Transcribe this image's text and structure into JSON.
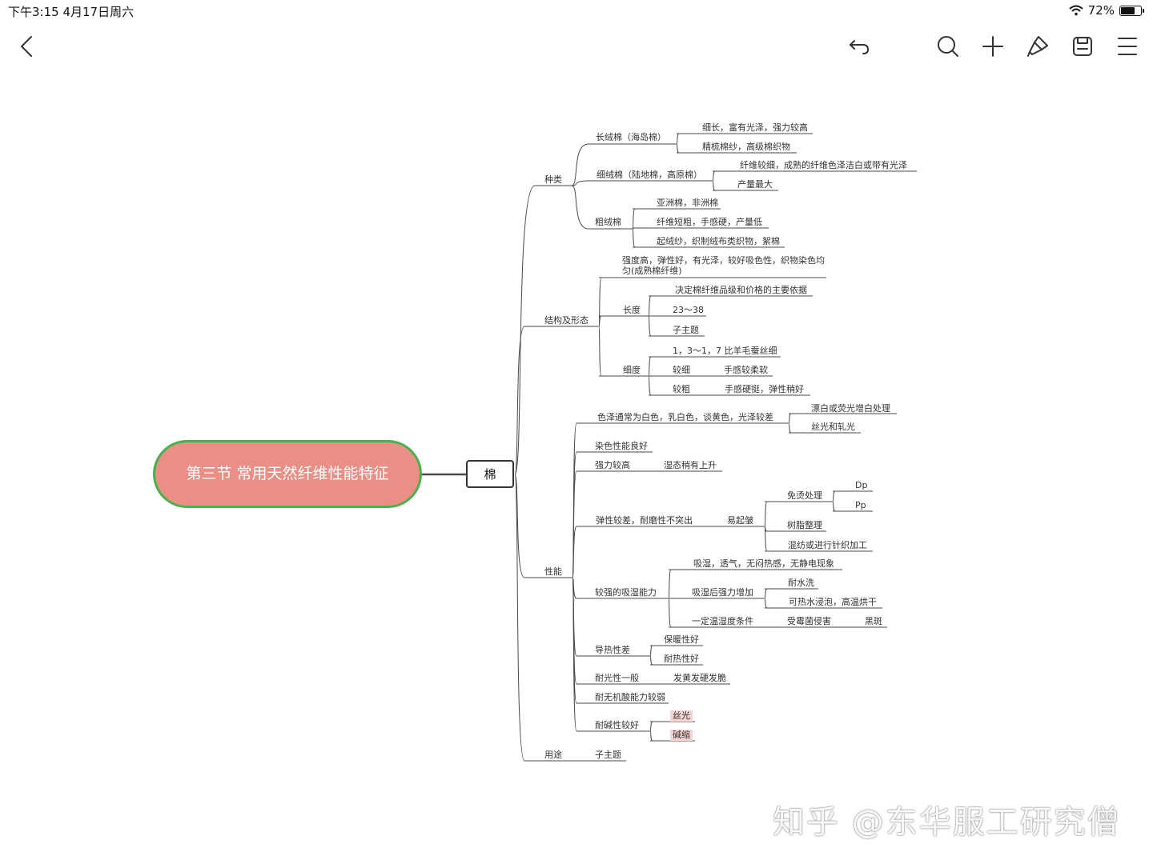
{
  "status_bar": {
    "time": "下午3:15   4月17日周六",
    "battery": "72%",
    "battery_level": 0.72
  },
  "toolbar": {
    "back": "chevron-left-icon",
    "undo": "undo-icon",
    "search": "search-icon",
    "add": "plus-icon",
    "style": "brush-icon",
    "save": "save-icon",
    "outline": "list-icon"
  },
  "mindmap": {
    "root": "第三节 常用天然纤维性能特征",
    "main": "棉",
    "n_zl": "种类",
    "n_zl_1": "长绒棉（海岛棉）",
    "n_zl_1_1": "细长，富有光泽，强力较高",
    "n_zl_1_2": "精梳棉纱，高级棉织物",
    "n_zl_2": "细绒棉（陆地棉，高原棉）",
    "n_zl_2_1": "纤维较细，成熟的纤维色泽洁白或带有光泽",
    "n_zl_2_2": "产量最大",
    "n_zl_3": "粗绒棉",
    "n_zl_3_1": "亚洲棉，非洲棉",
    "n_zl_3_2": "纤维短粗，手感硬，产量低",
    "n_zl_3_3": "起绒纱，织制绒布类织物，絮棉",
    "n_jg": "结构及形态",
    "n_jg_1": "强度高，弹性好，有光泽，较好吸色性，织物染色均匀(成熟棉纤维)",
    "n_jg_2": "长度",
    "n_jg_2_1": "决定棉纤维品级和价格的主要依据",
    "n_jg_2_2": "23～38",
    "n_jg_2_3": "子主题",
    "n_jg_3": "细度",
    "n_jg_3_1": "1，3～1，7  比羊毛蚕丝细",
    "n_jg_3_2": "较细",
    "n_jg_3_2_1": "手感较柔软",
    "n_jg_3_3": "较粗",
    "n_jg_3_3_1": "手感硬挺，弹性稍好",
    "n_xn": "性能",
    "n_xn_1": "色泽通常为白色，乳白色，谈黄色，光泽较差",
    "n_xn_1_1": "漂白或荧光增白处理",
    "n_xn_1_2": "丝光和轧光",
    "n_xn_2": "染色性能良好",
    "n_xn_3": "强力较高",
    "n_xn_3_1": "湿态稍有上升",
    "n_xn_4": "弹性较差，耐磨性不突出",
    "n_xn_4_1": "易起皱",
    "n_xn_4_1_1": "免烫处理",
    "n_xn_4_1_1_1": "Dp",
    "n_xn_4_1_1_2": "Pp",
    "n_xn_4_1_2": "树脂整理",
    "n_xn_4_1_3": "混纺或进行针织加工",
    "n_xn_5": "较强的吸湿能力",
    "n_xn_5_1": "吸湿，透气，无闷热感，无静电现象",
    "n_xn_5_2": "吸湿后强力增加",
    "n_xn_5_2_1": "耐水洗",
    "n_xn_5_2_2": "可热水浸泡，高温烘干",
    "n_xn_5_3": "一定温湿度条件",
    "n_xn_5_3_1": "受霉菌侵害",
    "n_xn_5_3_1_1": "黑斑",
    "n_xn_6": "导热性差",
    "n_xn_6_1": "保暖性好",
    "n_xn_6_2": "耐热性好",
    "n_xn_7": "耐光性一般",
    "n_xn_7_1": "发黄发硬发脆",
    "n_xn_8": "耐无机酸能力较弱",
    "n_xn_9": "耐碱性较好",
    "n_xn_9_1": "丝光",
    "n_xn_9_2": "碱缩",
    "n_yt": "用途",
    "n_yt_1": "子主题"
  },
  "highlight_color": "#f6d4d4",
  "root_fill": "#ea8f86",
  "root_border": "#4caf50",
  "watermark": "知乎 @东华服工研究僧"
}
